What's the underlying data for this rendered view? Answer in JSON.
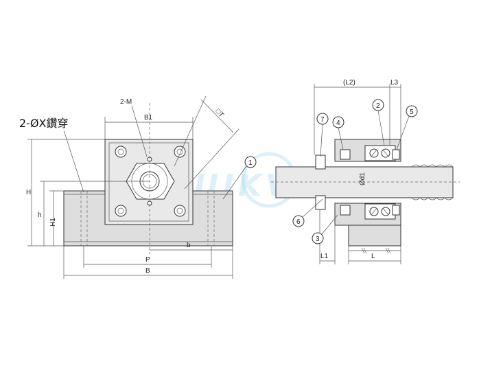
{
  "drawing": {
    "left_view": {
      "hole_note": "2-ØX鑽穿",
      "thread_label": "2-M",
      "dims": {
        "b1": "B1",
        "t": "□T",
        "h_total": "H",
        "h_low": "h",
        "h1": "H1",
        "p": "P",
        "b_small": "b",
        "b_total": "B"
      },
      "callout": "1"
    },
    "right_view": {
      "dims": {
        "l2": "(L2)",
        "l3": "L3",
        "d1": "Ød1",
        "l1": "L1",
        "l": "L"
      },
      "callouts": {
        "c2": "2",
        "c3": "3",
        "c4": "4",
        "c5": "5",
        "c6": "6",
        "c7": "7"
      }
    },
    "watermark": "SUIKVON"
  }
}
